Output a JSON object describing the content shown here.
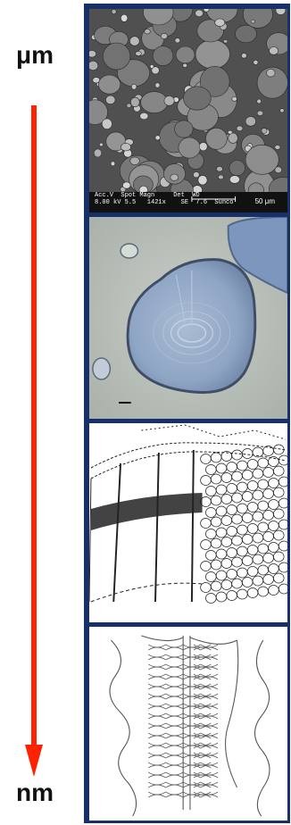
{
  "scale": {
    "top_label": "μm",
    "bottom_label": "nm",
    "arrow_color": "#ff2200"
  },
  "panel_border_color": "#17306a",
  "panels": [
    {
      "id": "sem",
      "info_line1": "Acc.V  Spot Magn     Det  WD",
      "info_line2": "8.00 kV 5.5   1421x    SE  7.6  Sunco",
      "scale_text": "50 μm"
    },
    {
      "id": "micrograph"
    },
    {
      "id": "membrane-drawing"
    },
    {
      "id": "helix-drawing"
    }
  ]
}
